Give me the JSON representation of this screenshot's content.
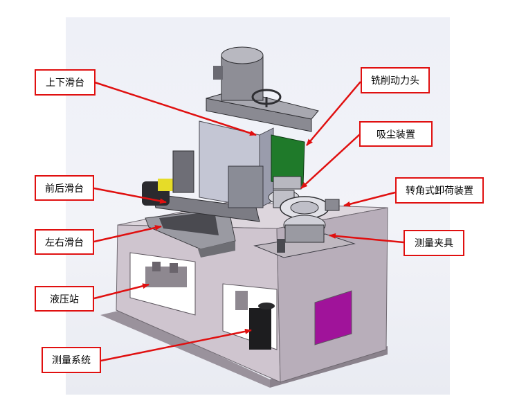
{
  "labels": {
    "up_down_slide": "上下滑台",
    "milling_head": "铣削动力头",
    "dust_collector": "吸尘装置",
    "front_back_slide": "前后滑台",
    "rotary_unloading": "转角式卸荷装置",
    "left_right_slide": "左右滑台",
    "measuring_fixture": "测量夹具",
    "hydraulic_station": "液压站",
    "measuring_system": "测量系统"
  },
  "colors": {
    "callout_border": "#e01010",
    "arrow": "#e01010",
    "frame": "#c8bec8",
    "motor_green": "#1f7a2a",
    "window_magenta": "#a0139a"
  }
}
